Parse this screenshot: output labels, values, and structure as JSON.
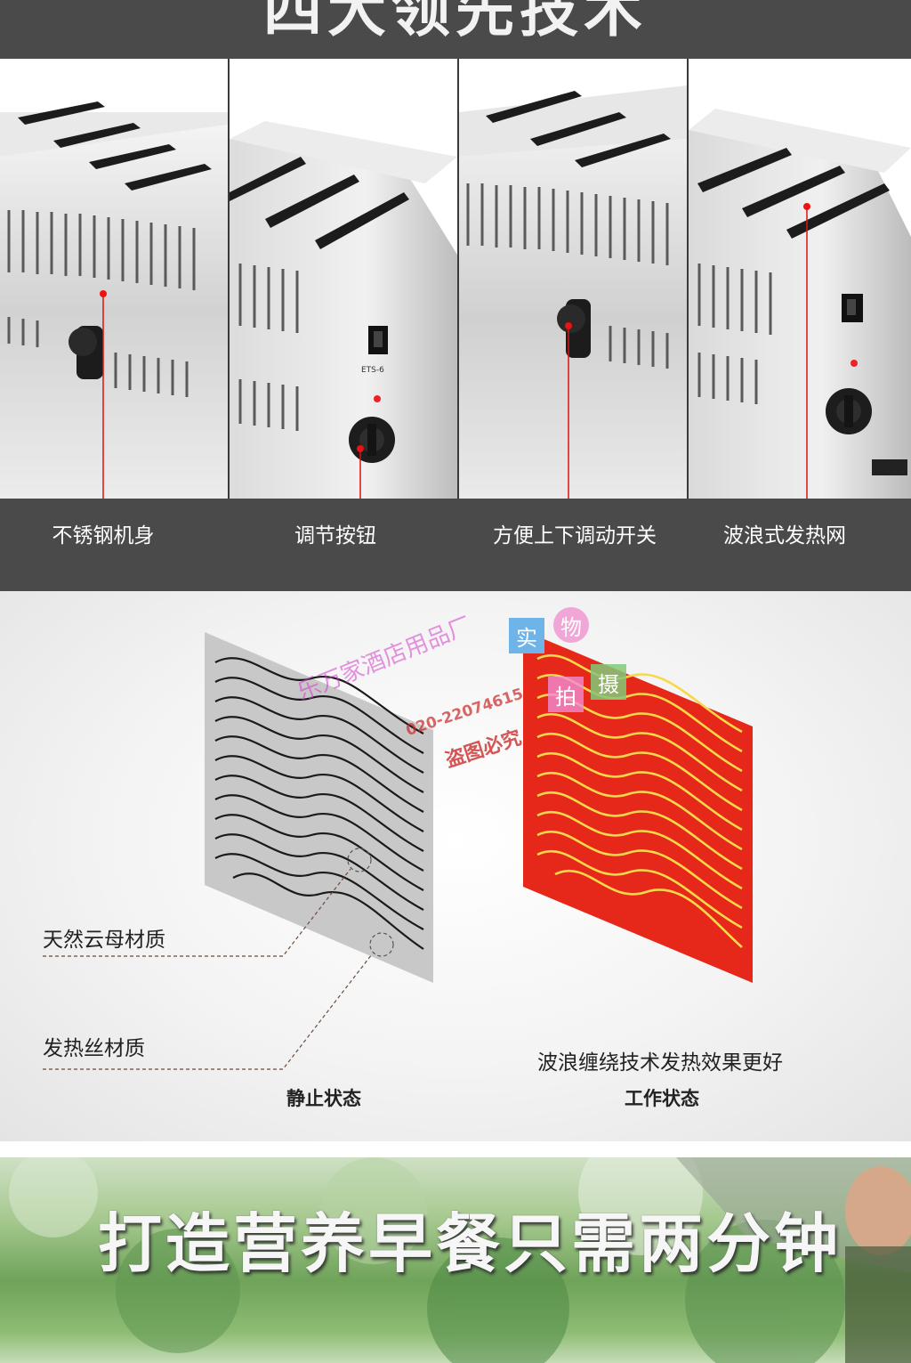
{
  "header": {
    "title": "四大领先技术"
  },
  "features": [
    {
      "label": "不锈钢机身"
    },
    {
      "label": "调节按钮"
    },
    {
      "label": "方便上下调动开关"
    },
    {
      "label": "波浪式发热网"
    }
  ],
  "toaster_panel": {
    "model_text": "ETS-6"
  },
  "diagram": {
    "left_label_mica": "天然云母材质",
    "left_label_wire": "发热丝材质",
    "left_state": "静止状态",
    "right_caption": "波浪缠绕技术发热效果更好",
    "right_state": "工作状态",
    "colors": {
      "static_panel": "#c8c8c8",
      "working_panel": "#e5281a",
      "hot_wire": "#f7d84a"
    }
  },
  "watermark": {
    "line1": "乐万家酒店用品厂",
    "phone": "020-22074615",
    "warning": "盗图必究",
    "stamps": [
      "实",
      "物",
      "拍",
      "摄"
    ]
  },
  "banner": {
    "slogan": "打造营养早餐只需两分钟"
  }
}
